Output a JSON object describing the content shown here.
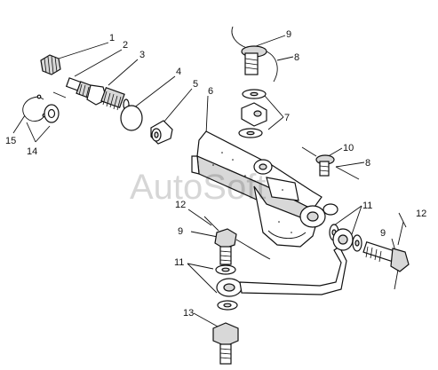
{
  "watermark": "AutoSoft",
  "callouts": [
    {
      "id": "c1",
      "text": "1"
    },
    {
      "id": "c2",
      "text": "2"
    },
    {
      "id": "c3",
      "text": "3"
    },
    {
      "id": "c4",
      "text": "4"
    },
    {
      "id": "c5",
      "text": "5"
    },
    {
      "id": "c6",
      "text": "6"
    },
    {
      "id": "c7",
      "text": "7"
    },
    {
      "id": "c8a",
      "text": "8"
    },
    {
      "id": "c8b",
      "text": "8"
    },
    {
      "id": "c9a",
      "text": "9"
    },
    {
      "id": "c9b",
      "text": "9"
    },
    {
      "id": "c9c",
      "text": "9"
    },
    {
      "id": "c10",
      "text": "10"
    },
    {
      "id": "c11a",
      "text": "11"
    },
    {
      "id": "c11b",
      "text": "11"
    },
    {
      "id": "c12a",
      "text": "12"
    },
    {
      "id": "c12b",
      "text": "12"
    },
    {
      "id": "c13",
      "text": "13"
    },
    {
      "id": "c14",
      "text": "14"
    },
    {
      "id": "c15",
      "text": "15"
    }
  ]
}
